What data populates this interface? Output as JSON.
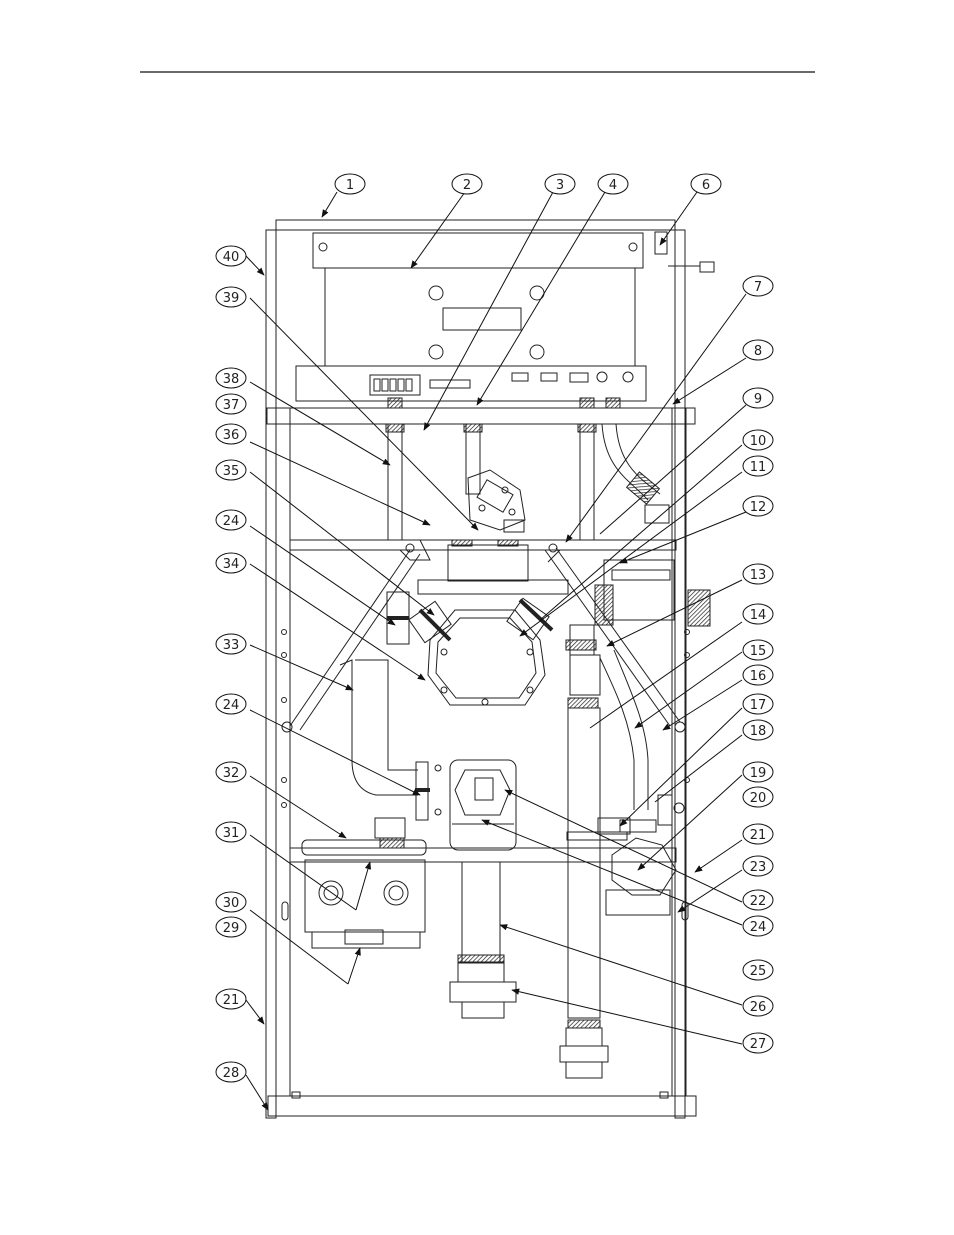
{
  "callouts": {
    "c1": "1",
    "c2": "2",
    "c3": "3",
    "c4": "4",
    "c6": "6",
    "c7": "7",
    "c8": "8",
    "c9": "9",
    "c10": "10",
    "c11": "11",
    "c12": "12",
    "c13": "13",
    "c14": "14",
    "c15": "15",
    "c16": "16",
    "c17": "17",
    "c18": "18",
    "c19": "19",
    "c20": "20",
    "c21a": "21",
    "c21b": "21",
    "c22": "22",
    "c23": "23",
    "c24a": "24",
    "c24b": "24",
    "c24c": "24",
    "c25": "25",
    "c26": "26",
    "c27": "27",
    "c28": "28",
    "c29": "29",
    "c30": "30",
    "c31": "31",
    "c32": "32",
    "c33": "33",
    "c34": "34",
    "c35": "35",
    "c36": "36",
    "c37": "37",
    "c38": "38",
    "c39": "39",
    "c40": "40"
  },
  "colors": {
    "ink": "#222222",
    "paper": "#ffffff",
    "hatch": "#444444"
  }
}
